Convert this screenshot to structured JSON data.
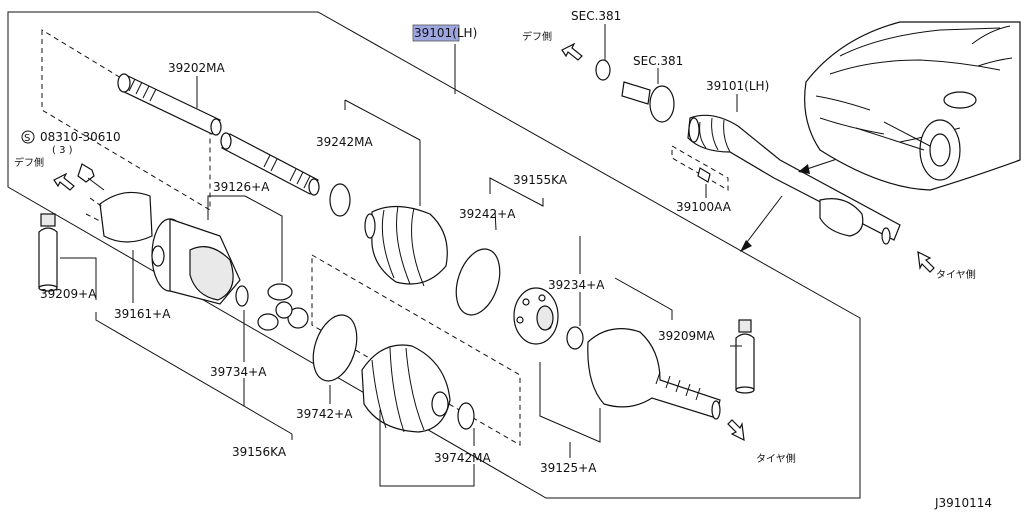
{
  "labels": {
    "p39101_main": "39101(LH)",
    "p39202MA": "39202MA",
    "bolt_ref": "08310-30610",
    "bolt_qty": "( 3 )",
    "def_left": "デフ側",
    "p39242MA": "39242MA",
    "p39155KA": "39155KA",
    "p39126A": "39126+A",
    "p39242A": "39242+A",
    "p39209A": "39209+A",
    "p39161A": "39161+A",
    "p39234A": "39234+A",
    "p39209MA": "39209MA",
    "p39734A": "39734+A",
    "p39742A": "39742+A",
    "p39156KA": "39156KA",
    "p39742MA": "39742MA",
    "p39125A": "39125+A",
    "tire_lower": "タイヤ側",
    "sec381_top": "SEC.381",
    "def_top": "デフ側",
    "sec381_2": "SEC.381",
    "p39101_inset": "39101(LH)",
    "p39100AA": "39100AA",
    "tire_inset": "タイヤ側",
    "diagram_id": "J3910114"
  },
  "symbols": {
    "s_mark": "S"
  },
  "colors": {
    "highlight": "#9fa7e0",
    "line": "#111111"
  }
}
